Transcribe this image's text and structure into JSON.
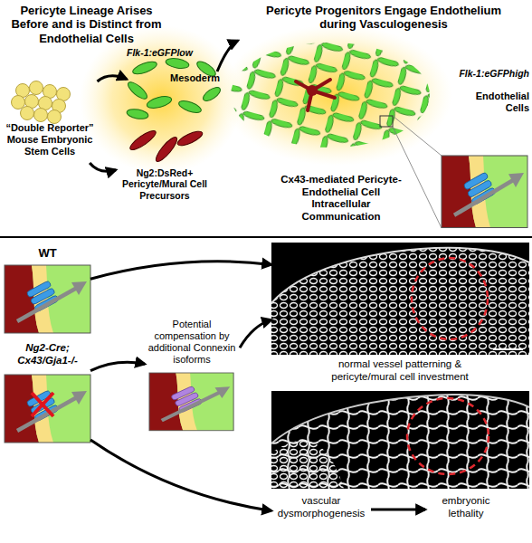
{
  "diagram": {
    "nodes": [
      {
        "text": [
          "“Double Reporter” Mouse Embryonic Stem Cells"
        ]
      },
      {
        "text": [
          "Flk-1:eGFPlow",
          "Mesoderm"
        ]
      },
      {
        "text": [
          "Ng2:DsRed+ Pericyte/Mural Cell Precursors"
        ]
      },
      {
        "text": [
          "Flk-1:eGFPhigh",
          "Endothelial Cells"
        ]
      },
      {
        "text": [
          "Cx43-mediated Pericyte-Endothelial Cell Intracellular Communication"
        ]
      },
      {
        "text": [
          "WT"
        ]
      },
      {
        "text": [
          "Potential compensation by additional Connexin isoforms"
        ]
      },
      {
        "text": [
          "Ng2-Cre; Cx43/Gja1-/-"
        ]
      },
      {
        "text": [
          "normal vessel patterning & pericyte/mural cell investment"
        ]
      },
      {
        "text": [
          "vascular dysmorphogenesis"
        ]
      },
      {
        "text": [
          "embryonic lethality"
        ]
      }
    ],
    "edges": [
      {
        "from": 0,
        "to": 1,
        "arrow": "to"
      },
      {
        "from": 0,
        "to": 2,
        "arrow": "to"
      },
      {
        "from": 1,
        "to": 3,
        "arrow": "to"
      },
      {
        "from": 5,
        "to": 8,
        "arrow": "to"
      },
      {
        "from": 6,
        "to": 8,
        "arrow": "to"
      },
      {
        "from": 7,
        "to": 6,
        "arrow": "to"
      },
      {
        "from": 7,
        "to": 9,
        "arrow": "to"
      },
      {
        "from": 9,
        "to": 10,
        "arrow": "to"
      }
    ],
    "labels": [
      "Pericyte Lineage Arises Before and is Distinct from Endothelial Cells",
      "Pericyte Progenitors Engage Endothelium during Vasculogenesis"
    ]
  }
}
